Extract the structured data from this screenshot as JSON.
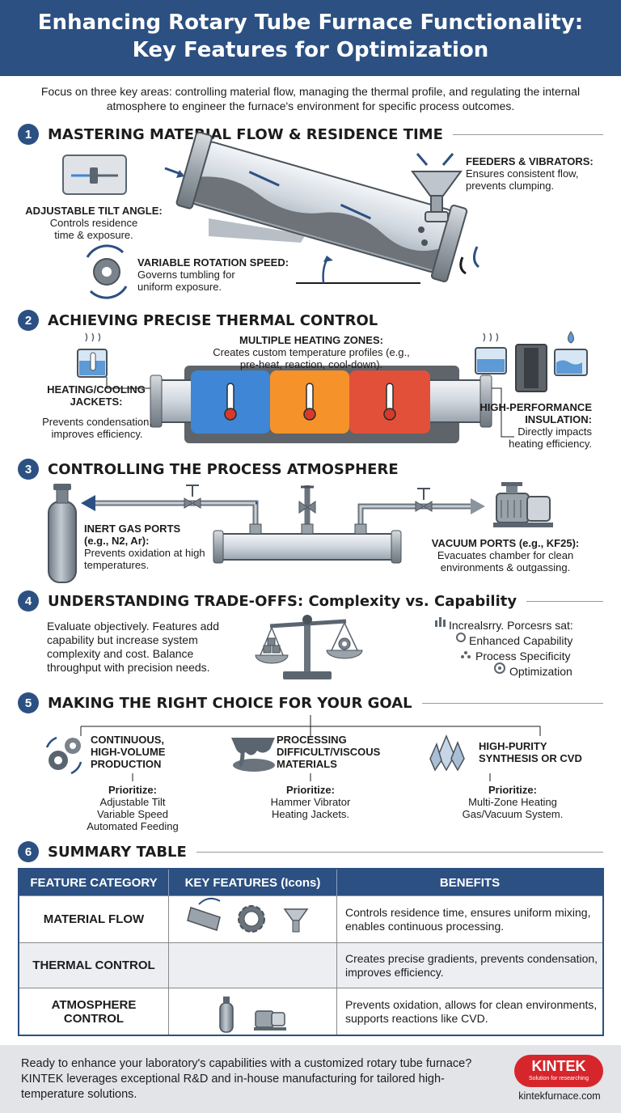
{
  "header": {
    "title_line1": "Enhancing Rotary Tube Furnace Functionality:",
    "title_line2": "Key Features for Optimization"
  },
  "intro": "Focus on three key areas: controlling material flow, managing the thermal profile, and regulating the internal atmosphere to engineer the furnace's environment for specific process outcomes.",
  "sections": [
    {
      "num": "1",
      "title": "MASTERING MATERIAL FLOW & RESIDENCE TIME"
    },
    {
      "num": "2",
      "title": "ACHIEVING PRECISE THERMAL CONTROL"
    },
    {
      "num": "3",
      "title": "CONTROLLING THE PROCESS ATMOSPHERE"
    },
    {
      "num": "4",
      "title": "UNDERSTANDING TRADE-OFFS: Complexity vs. Capability"
    },
    {
      "num": "5",
      "title": "MAKING THE RIGHT CHOICE FOR YOUR GOAL"
    },
    {
      "num": "6",
      "title": "SUMMARY TABLE"
    }
  ],
  "s1": {
    "feeders_title": "FEEDERS & VIBRATORS:",
    "feeders_text": "Ensures consistent flow, prevents clumping.",
    "tilt_title": "ADJUSTABLE TILT ANGLE:",
    "tilt_text": "Controls residence time & exposure.",
    "rotation_title": "VARIABLE ROTATION SPEED:",
    "rotation_text": "Governs tumbling for uniform exposure."
  },
  "s2": {
    "zones_title": "MULTIPLE HEATING ZONES:",
    "zones_text": "Creates custom temperature profiles (e.g., pre-heat, reaction, cool-down).",
    "jackets_title": "HEATING/COOLING JACKETS:",
    "jackets_text": "Prevents condensation, improves efficiency.",
    "insulation_title": "HIGH-PERFORMANCE INSULATION:",
    "insulation_text": "Directly impacts heating efficiency."
  },
  "s3": {
    "inert_title": "INERT GAS PORTS (e.g., N2, Ar):",
    "inert_text": "Prevents oxidation at high temperatures.",
    "vacuum_title": "VACUUM PORTS (e.g., KF25):",
    "vacuum_text": "Evacuates chamber for clean environments & outgassing."
  },
  "s4": {
    "text": "Evaluate objectively. Features add capability but increase system complexity and cost. Balance throughput with precision needs.",
    "list": [
      "Increalsrry. Porcesrs sat:",
      "Enhanced Capability",
      "Process Specificity",
      "Optimization"
    ]
  },
  "s5": {
    "goals": [
      {
        "title": "CONTINUOUS, HIGH-VOLUME PRODUCTION",
        "prioritize": "Prioritize:",
        "items": "Adjustable Tilt Variable Speed Automated Feeding"
      },
      {
        "title": "PROCESSING DIFFICULT/VISCOUS MATERIALS",
        "prioritize": "Prioritize:",
        "items": "Hammer Vibrator Heating Jackets."
      },
      {
        "title": "HIGH-PURITY SYNTHESIS OR CVD",
        "prioritize": "Prioritize:",
        "items": "Multi-Zone Heating Gas/Vacuum System."
      }
    ]
  },
  "table": {
    "headers": [
      "FEATURE CATEGORY",
      "KEY FEATURES (Icons)",
      "BENEFITS"
    ],
    "rows": [
      {
        "category": "MATERIAL FLOW",
        "benefits": "Controls residence time, ensures uniform mixing, enables continuous processing."
      },
      {
        "category": "THERMAL CONTROL",
        "benefits": "Creates precise gradients, prevents condensation, improves efficiency."
      },
      {
        "category": "ATMOSPHERE CONTROL",
        "benefits": "Prevents oxidation, allows for clean environments, supports reactions like CVD."
      }
    ]
  },
  "footer": {
    "text": "Ready to enhance your laboratory's capabilities with a customized rotary tube furnace? KINTEK leverages exceptional R&D and in-house manufacturing for tailored high-temperature solutions.",
    "brand": "KINTEK",
    "tagline": "Solution for researching",
    "url": "kintekfurnace.com"
  },
  "colors": {
    "primary": "#2c5082",
    "zone_blue": "#3f86d6",
    "zone_orange": "#f5922a",
    "zone_red": "#e2503a",
    "brand_red": "#d6262c"
  }
}
